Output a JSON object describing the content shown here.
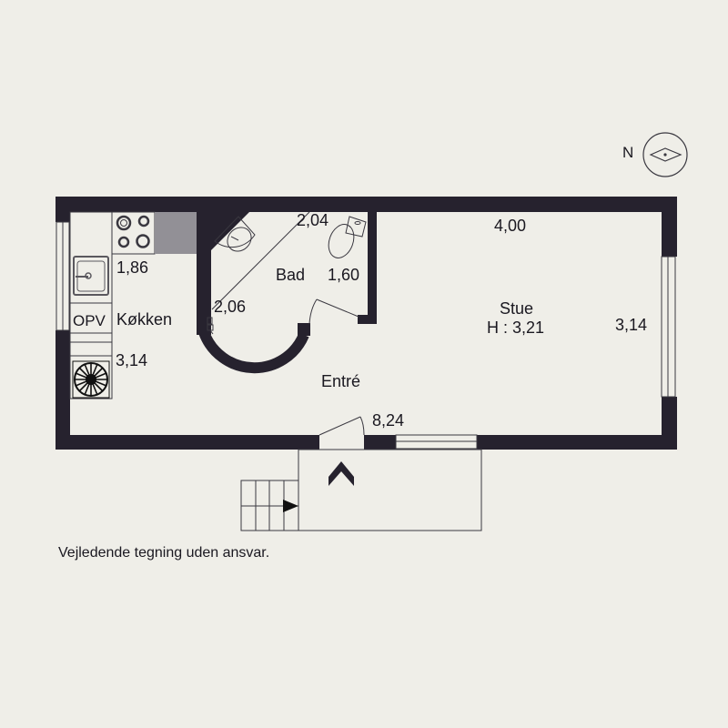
{
  "compass": {
    "label": "N"
  },
  "rooms": {
    "kitchen": {
      "name": "Køkken",
      "dim_width": "1,86",
      "dim_length": "3,14",
      "fridge_label": "OPV"
    },
    "bath": {
      "name": "Bad",
      "dim_top": "2,04",
      "dim_right": "1,60",
      "dim_left": "2,06"
    },
    "living": {
      "name": "Stue",
      "height": "H : 3,21",
      "dim_width": "4,00",
      "dim_length": "3,14"
    },
    "entrance": {
      "name": "Entré",
      "dim": "8,24"
    }
  },
  "disclaimer": "Vejledende tegning uden ansvar.",
  "colors": {
    "background": "#efeee8",
    "wall": "#26222e",
    "line": "#3a3840",
    "counter_gray": "#929096"
  }
}
